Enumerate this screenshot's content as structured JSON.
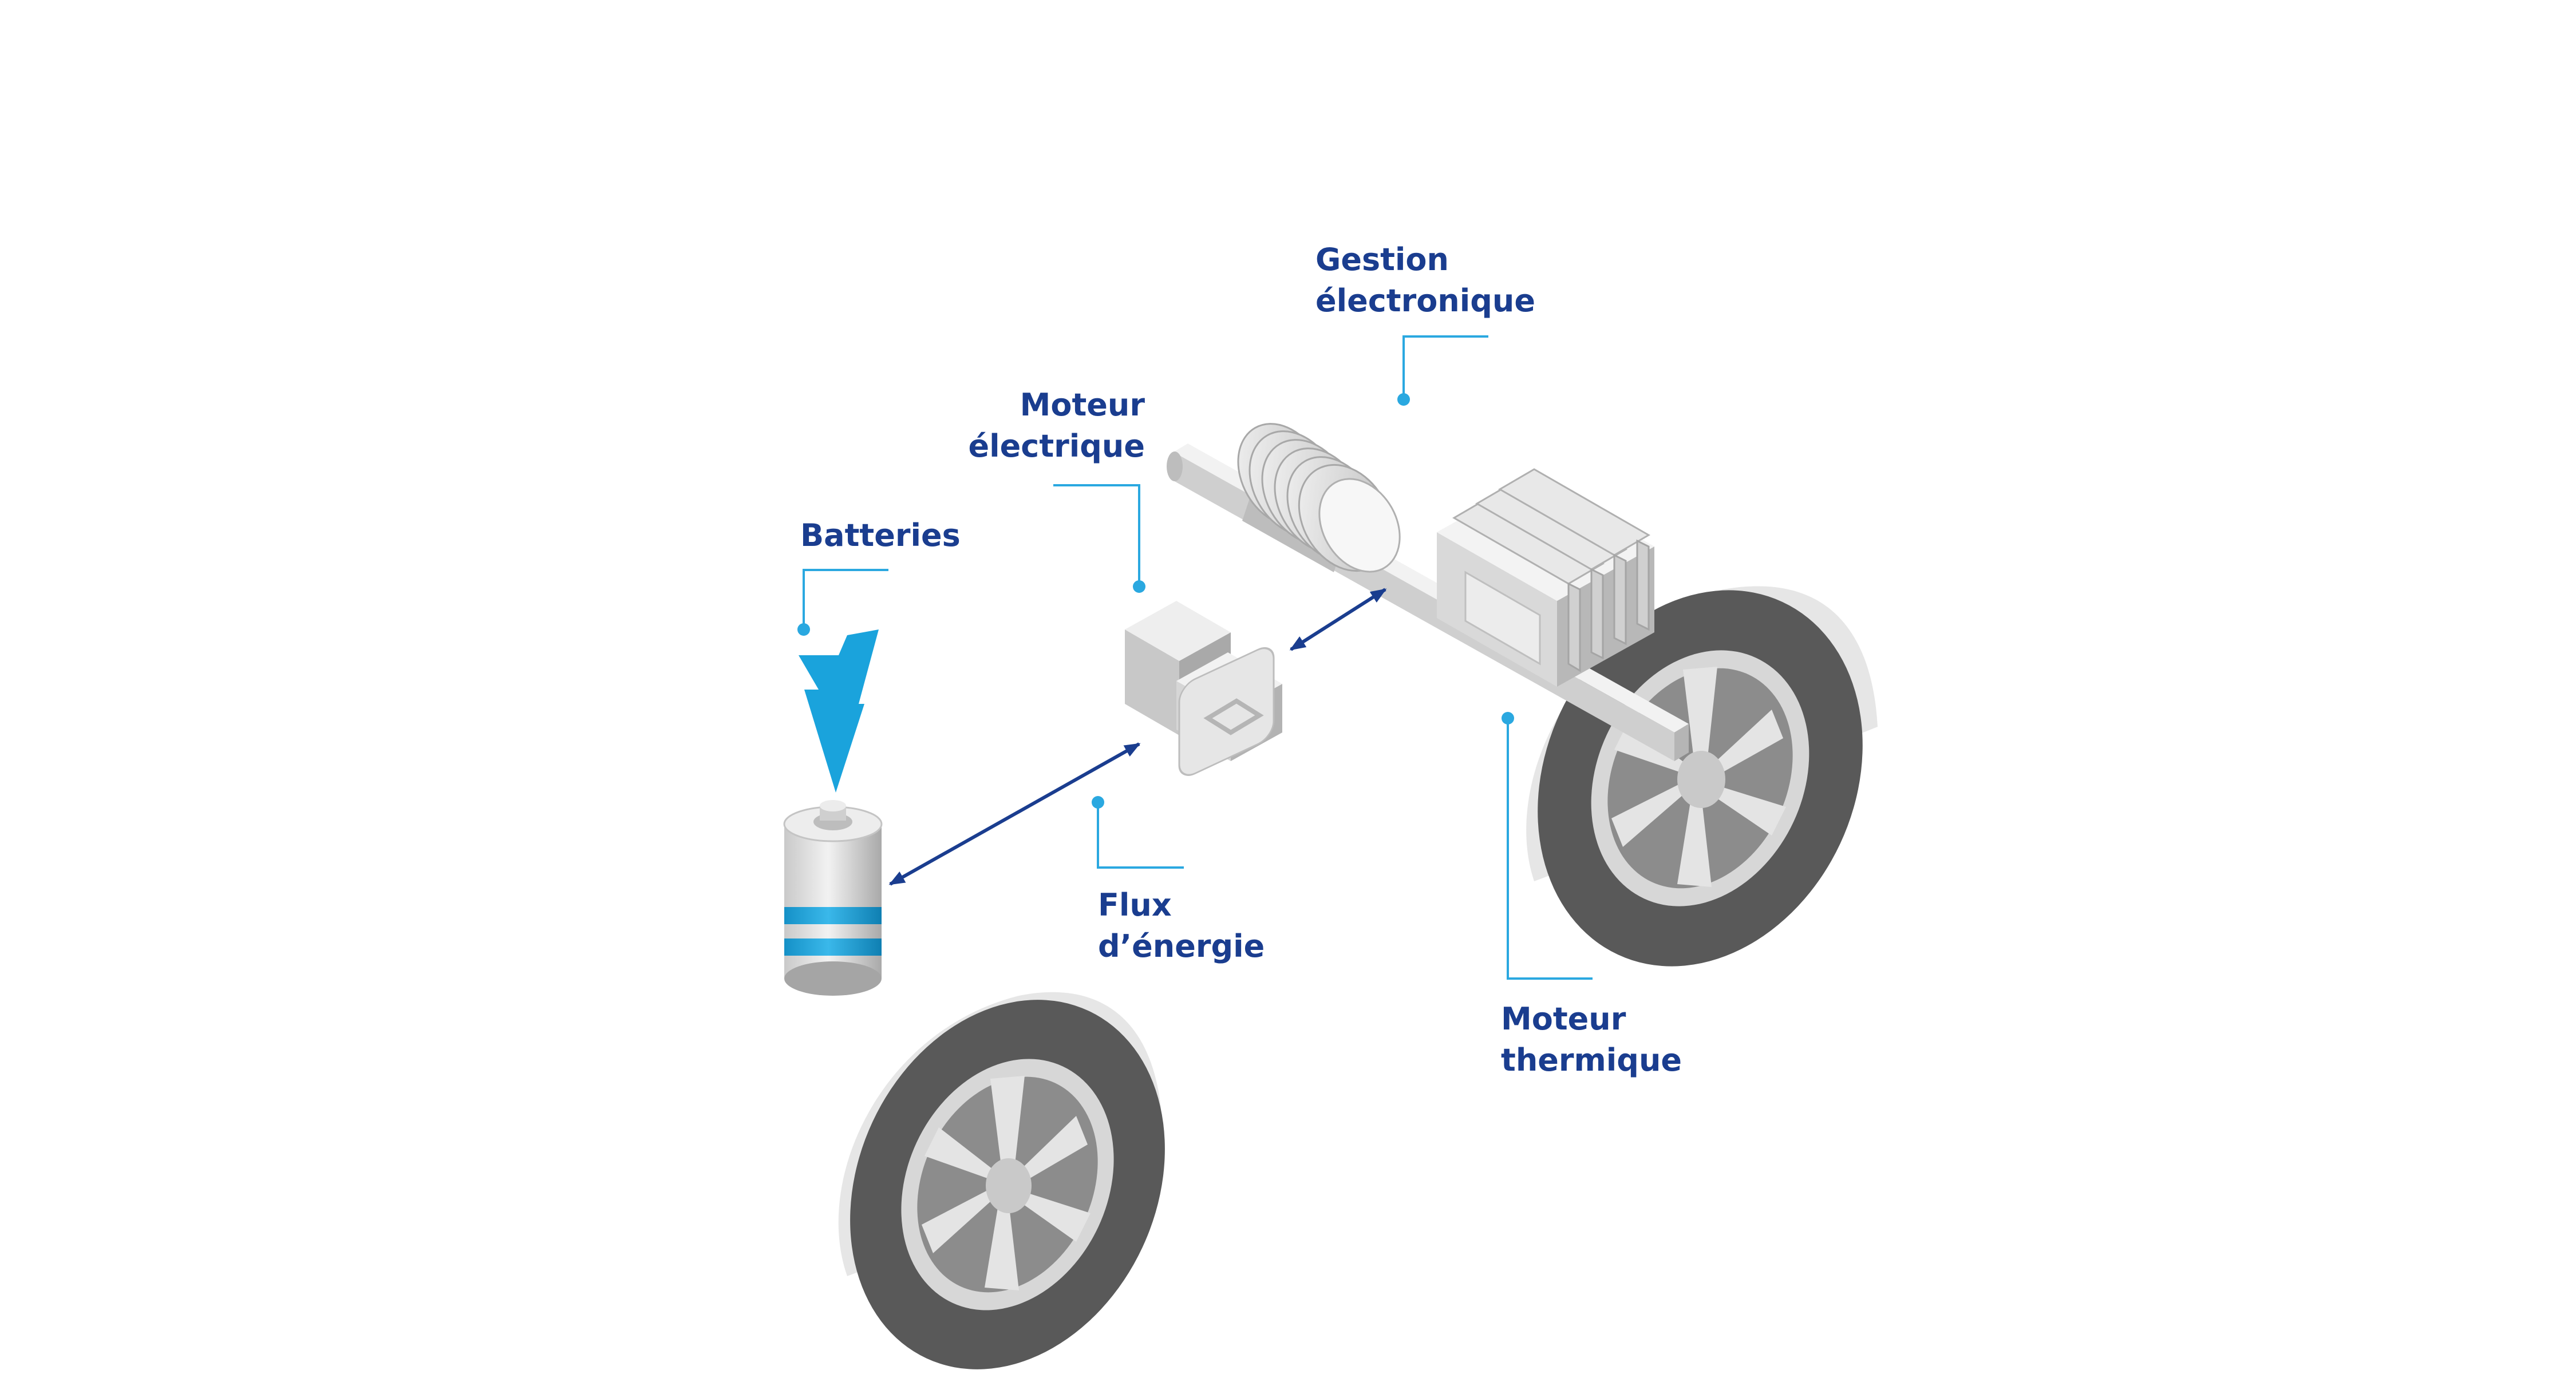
{
  "labels": {
    "gestion": {
      "line1": "Gestion",
      "line2": "électronique"
    },
    "moteur_electrique": {
      "line1": "Moteur",
      "line2": "électrique"
    },
    "batteries": {
      "line1": "Batteries"
    },
    "flux": {
      "line1": "Flux",
      "line2": "d’énergie"
    },
    "moteur_thermique": {
      "line1": "Moteur",
      "line2": "thermique"
    }
  },
  "colors": {
    "label_text": "#1a3d8f",
    "leader_line": "#2aa8e0",
    "arrow": "#1a3d8f",
    "bolt": "#1aa3dc",
    "battery_stripe": "#1aa3dc",
    "tire": "#5b5b5b",
    "rim": "#d9d9d9",
    "component": "#e2e2e2"
  },
  "icons": [
    "lightning-bolt-icon",
    "battery-icon",
    "wheel-icon",
    "electric-motor-icon",
    "electronic-control-icon",
    "combustion-engine-icon"
  ]
}
